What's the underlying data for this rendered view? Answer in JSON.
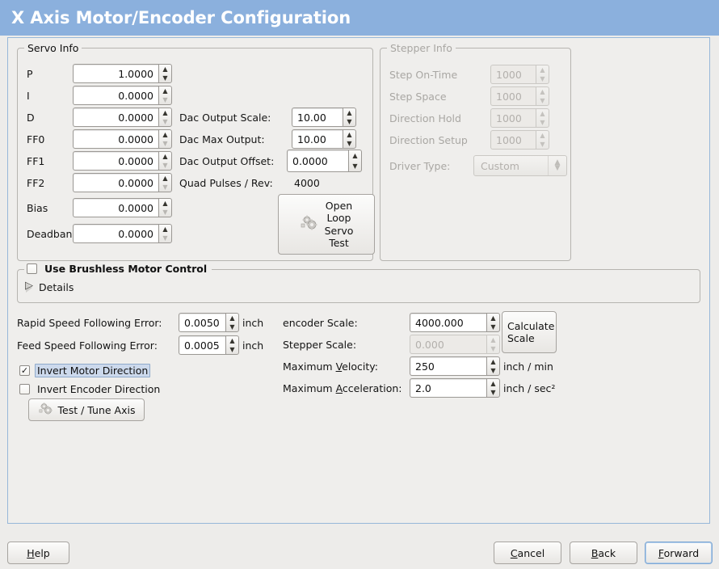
{
  "window": {
    "title": "X Axis Motor/Encoder Configuration",
    "title_bar_color": "#8bb0dd",
    "panel_border_color": "#97b7d9",
    "background_color": "#efeeec"
  },
  "servo_info": {
    "legend": "Servo Info",
    "rows": [
      {
        "label": "P",
        "value": "1.0000"
      },
      {
        "label": "I",
        "value": "0.0000"
      },
      {
        "label": "D",
        "value": "0.0000"
      },
      {
        "label": "FF0",
        "value": "0.0000"
      },
      {
        "label": "FF1",
        "value": "0.0000"
      },
      {
        "label": "FF2",
        "value": "0.0000"
      },
      {
        "label": "Bias",
        "value": "0.0000"
      },
      {
        "label": "Deadband",
        "value": "0.0000"
      }
    ],
    "dac_output_scale": {
      "label": "Dac Output Scale:",
      "value": "10.00"
    },
    "dac_max_output": {
      "label": "Dac Max Output:",
      "value": "10.00"
    },
    "dac_output_offset": {
      "label": "Dac Output Offset:",
      "value": "0.0000"
    },
    "quad_pulses_per_rev": {
      "label": "Quad Pulses / Rev:",
      "value": "4000"
    },
    "open_loop_button": {
      "line1": "Open",
      "line2": "Loop",
      "line3": "Servo",
      "line4": "Test",
      "icon": "gears-icon"
    }
  },
  "stepper_info": {
    "legend": "Stepper Info",
    "disabled": true,
    "rows": [
      {
        "label": "Step On-Time",
        "value": "1000"
      },
      {
        "label": "Step Space",
        "value": "1000"
      },
      {
        "label": "Direction Hold",
        "value": "1000"
      },
      {
        "label": "Direction Setup",
        "value": "1000"
      }
    ],
    "driver_type": {
      "label": "Driver Type:",
      "value": "Custom"
    }
  },
  "brushless": {
    "checkbox_label": "Use Brushless Motor Control",
    "checked": false,
    "details_label": "Details",
    "details_expanded": false
  },
  "following_errors": {
    "rapid": {
      "label": "Rapid Speed Following Error:",
      "value": "0.0050",
      "unit": "inch"
    },
    "feed": {
      "label": "Feed Speed Following Error:",
      "value": "0.0005",
      "unit": "inch"
    }
  },
  "invert": {
    "motor": {
      "label": "Invert Motor Direction",
      "checked": true,
      "focused": true
    },
    "encoder": {
      "label": "Invert Encoder Direction",
      "checked": false,
      "focused": false
    }
  },
  "test_tune_button": {
    "label": "Test / Tune Axis",
    "icon": "gears-icon"
  },
  "scales": {
    "encoder_scale": {
      "label": "encoder Scale:",
      "value": "4000.000"
    },
    "stepper_scale": {
      "label": "Stepper Scale:",
      "value": "0.000",
      "disabled": true
    },
    "maximum_velocity": {
      "label_pre": "Maximum ",
      "label_mnem": "V",
      "label_post": "elocity:",
      "value": "250",
      "unit": "inch / min"
    },
    "maximum_acceleration": {
      "label_pre": "Maximum ",
      "label_mnem": "A",
      "label_post": "cceleration:",
      "value": "2.0",
      "unit": "inch / sec²"
    },
    "calculate_button": {
      "line1": "Calculate",
      "line2": "Scale"
    }
  },
  "footer": {
    "help": {
      "mnem": "H",
      "rest": "elp"
    },
    "cancel": {
      "mnem": "C",
      "rest": "ancel"
    },
    "back": {
      "mnem": "B",
      "rest": "ack"
    },
    "forward": {
      "mnem": "F",
      "rest": "orward",
      "default": true
    }
  }
}
